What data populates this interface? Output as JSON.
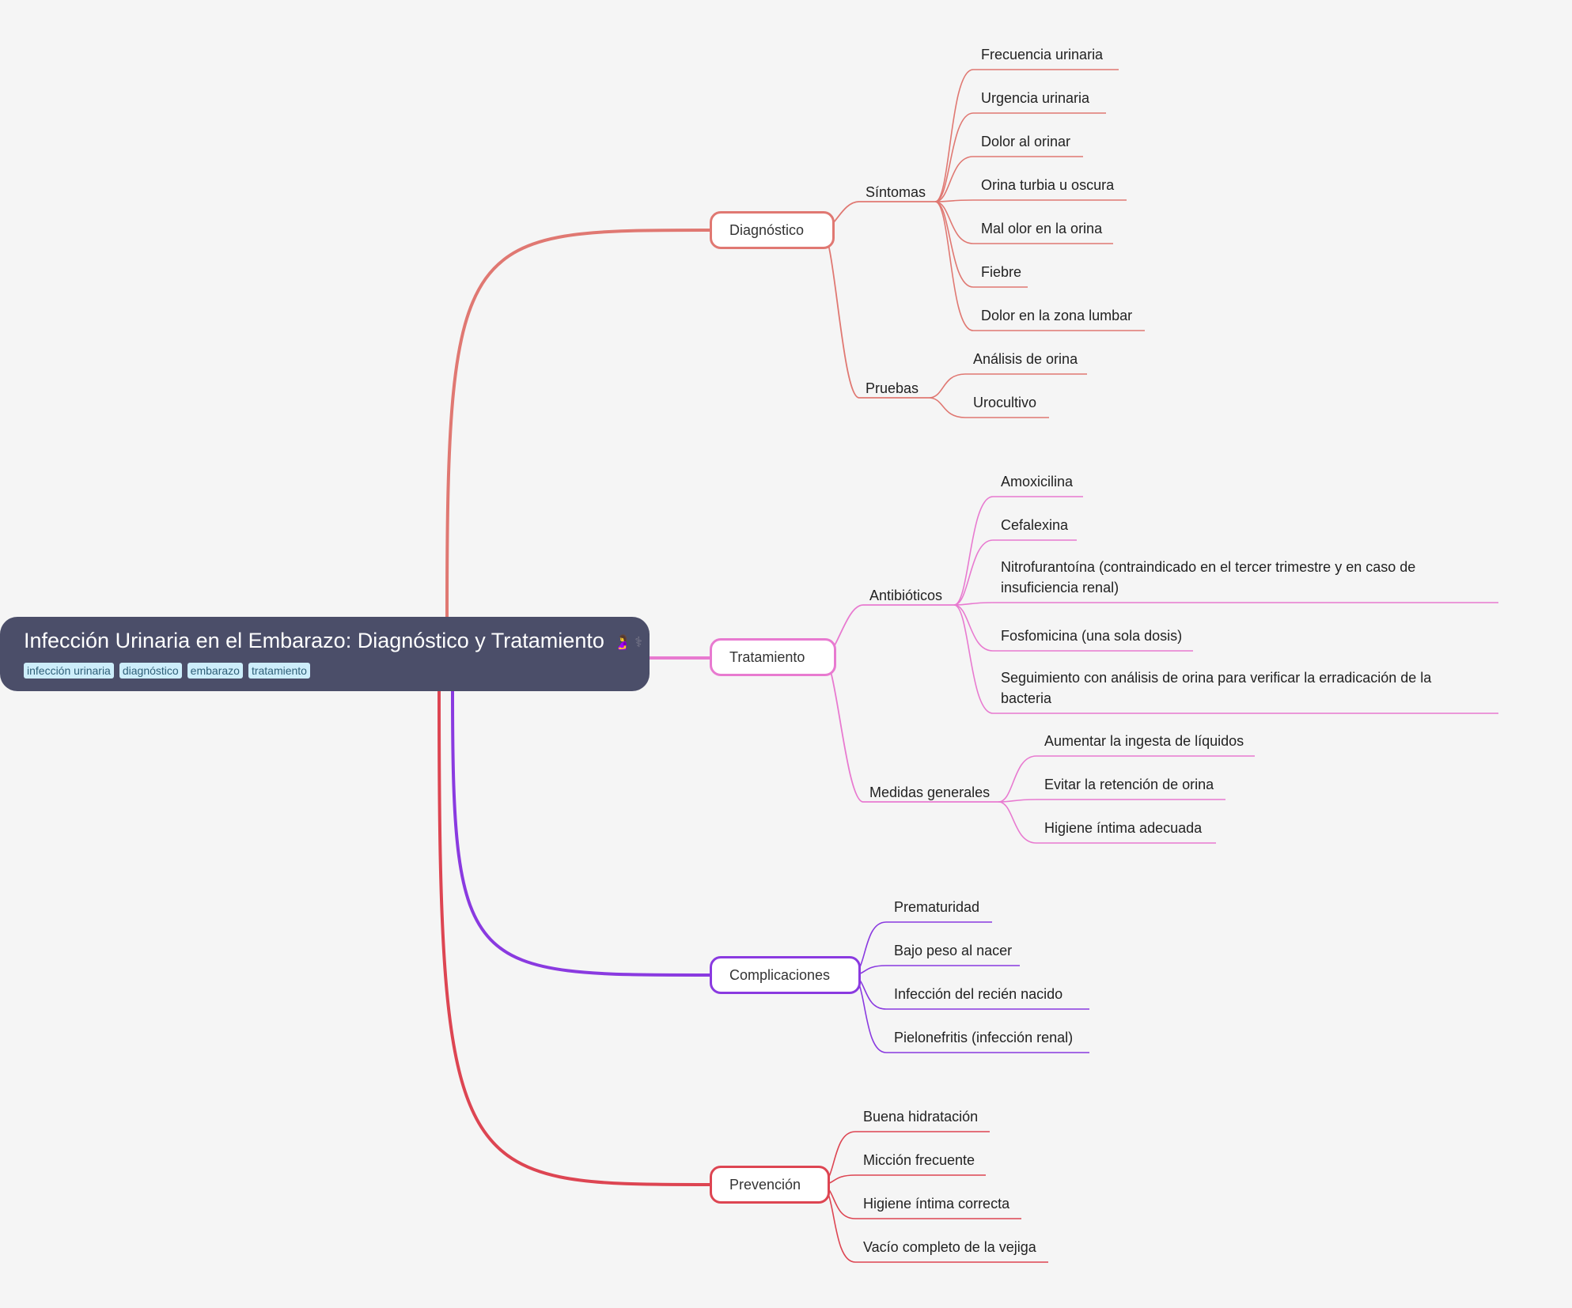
{
  "root": {
    "title": "Infección Urinaria en el Embarazo: Diagnóstico y Tratamiento",
    "icons": [
      "pregnant-woman-icon",
      "medical-staff-icon"
    ],
    "tags": [
      "infección urinaria",
      "diagnóstico",
      "embarazo",
      "tratamiento"
    ],
    "color": "#4b4e69"
  },
  "branches": [
    {
      "id": "diagnostico",
      "label": "Diagnóstico",
      "color": "#e07872",
      "children": [
        {
          "id": "sintomas",
          "label": "Síntomas",
          "leaves": [
            "Frecuencia urinaria",
            "Urgencia urinaria",
            "Dolor al orinar",
            "Orina turbia u oscura",
            "Mal olor en la orina",
            "Fiebre",
            "Dolor en la zona lumbar"
          ]
        },
        {
          "id": "pruebas",
          "label": "Pruebas",
          "leaves": [
            "Análisis de orina",
            "Urocultivo"
          ]
        }
      ]
    },
    {
      "id": "tratamiento",
      "label": "Tratamiento",
      "color": "#e87ad0",
      "children": [
        {
          "id": "antibioticos",
          "label": "Antibióticos",
          "leaves": [
            "Amoxicilina",
            "Cefalexina",
            "Nitrofurantoína (contraindicado en el tercer trimestre y en caso de insuficiencia renal)",
            "Fosfomicina (una sola dosis)",
            "Seguimiento con análisis de orina para verificar la erradicación de la bacteria"
          ]
        },
        {
          "id": "medidas",
          "label": "Medidas generales",
          "leaves": [
            "Aumentar la ingesta de líquidos",
            "Evitar la retención de orina",
            "Higiene íntima adecuada"
          ]
        }
      ]
    },
    {
      "id": "complicaciones",
      "label": "Complicaciones",
      "color": "#8a3ae0",
      "leaves": [
        "Prematuridad",
        "Bajo peso al nacer",
        "Infección del recién nacido",
        "Pielonefritis (infección renal)"
      ]
    },
    {
      "id": "prevencion",
      "label": "Prevención",
      "color": "#dd4552",
      "leaves": [
        "Buena hidratación",
        "Micción frecuente",
        "Higiene íntima correcta",
        "Vacío completo de la vejiga"
      ]
    }
  ]
}
